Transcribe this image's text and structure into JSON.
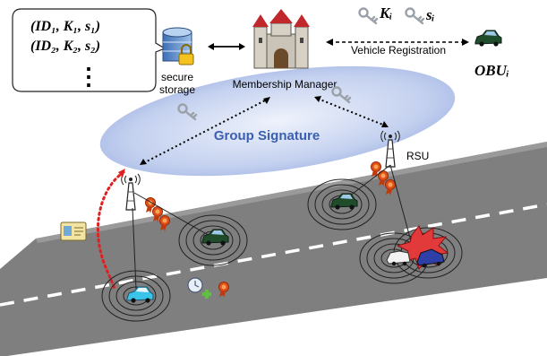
{
  "tuples": {
    "row1": "(ID₁, K₁, s₁)",
    "row2": "(ID₂, K₂, s₂)",
    "ellipsis": "⋮"
  },
  "storage": {
    "line1": "secure",
    "line2": "storage"
  },
  "manager_label": "Membership Manager",
  "group_signature_label": "Group Signature",
  "registration_label": "Vehicle Registration",
  "key_label": "Kᵢ",
  "secret_label": "sᵢ",
  "obu_label": "OBUᵢ",
  "rsu_label": "RSU",
  "colors": {
    "road": "#808080",
    "ellipse": "#a9b9e6",
    "group_text": "#3b5fb0",
    "ribbon": "#e0501a",
    "vehicle": "#1f4d2c",
    "alert": "#d92020",
    "dotted_red": "#e02020"
  },
  "icons": [
    "database-lock-icon",
    "castle-icon",
    "key-icon",
    "radio-tower-icon",
    "ribbon-badge-icon",
    "vehicle-icon",
    "id-card-icon",
    "clock-plus-icon",
    "crash-burst-icon"
  ]
}
